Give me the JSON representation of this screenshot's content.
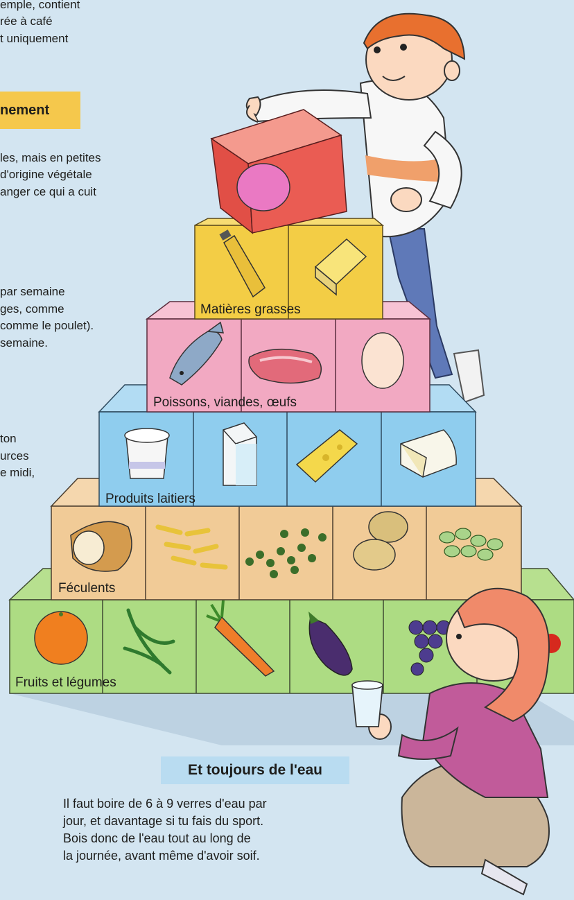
{
  "side_text": {
    "top_lines": [
      "emple, contient",
      "rée à café",
      "t uniquement"
    ],
    "heading": "nement",
    "fats_lines": [
      "les, mais en petites",
      "d'origine végétale",
      "anger ce qui a cuit"
    ],
    "protein_lines": [
      "par semaine",
      "ges, comme",
      "comme le poulet).",
      "semaine."
    ],
    "dairy_lines": [
      "ton",
      "urces",
      "e midi,"
    ]
  },
  "pyramid": {
    "levels": [
      {
        "label": "Matières grasses"
      },
      {
        "label": "Poissons, viandes, œufs"
      },
      {
        "label": "Produits laitiers"
      },
      {
        "label": "Féculents"
      },
      {
        "label": "Fruits et légumes"
      }
    ]
  },
  "water": {
    "title": "Et toujours de l'eau",
    "lines": [
      "Il faut boire de 6 à 9 verres d'eau par",
      "jour, et davantage si tu fais du sport.",
      "Bois donc de l'eau tout au long de",
      "la journée, avant même d'avoir soif."
    ]
  },
  "colors": {
    "background": "#d3e5f1",
    "fats": "#f3cd45",
    "protein": "#f2a9c2",
    "dairy": "#8fcdee",
    "starch": "#f1cb97",
    "fruits_veg": "#addc83",
    "heading_highlight": "#f5c84c",
    "water_highlight": "#b9dcf1"
  },
  "icons": {
    "top_cube": "pink-ball-icon",
    "fats": [
      "oil-bottle-icon",
      "butter-icon"
    ],
    "protein": [
      "fish-icon",
      "steak-icon",
      "egg-icon"
    ],
    "dairy": [
      "yogurt-icon",
      "milk-carton-icon",
      "swiss-cheese-icon",
      "camembert-icon"
    ],
    "starch": [
      "bread-icon",
      "pasta-icon",
      "peas-icon",
      "potatoes-icon",
      "beans-icon"
    ],
    "fruits_veg": [
      "orange-icon",
      "green-beans-icon",
      "carrot-icon",
      "eggplant-icon",
      "grapes-icon"
    ]
  }
}
